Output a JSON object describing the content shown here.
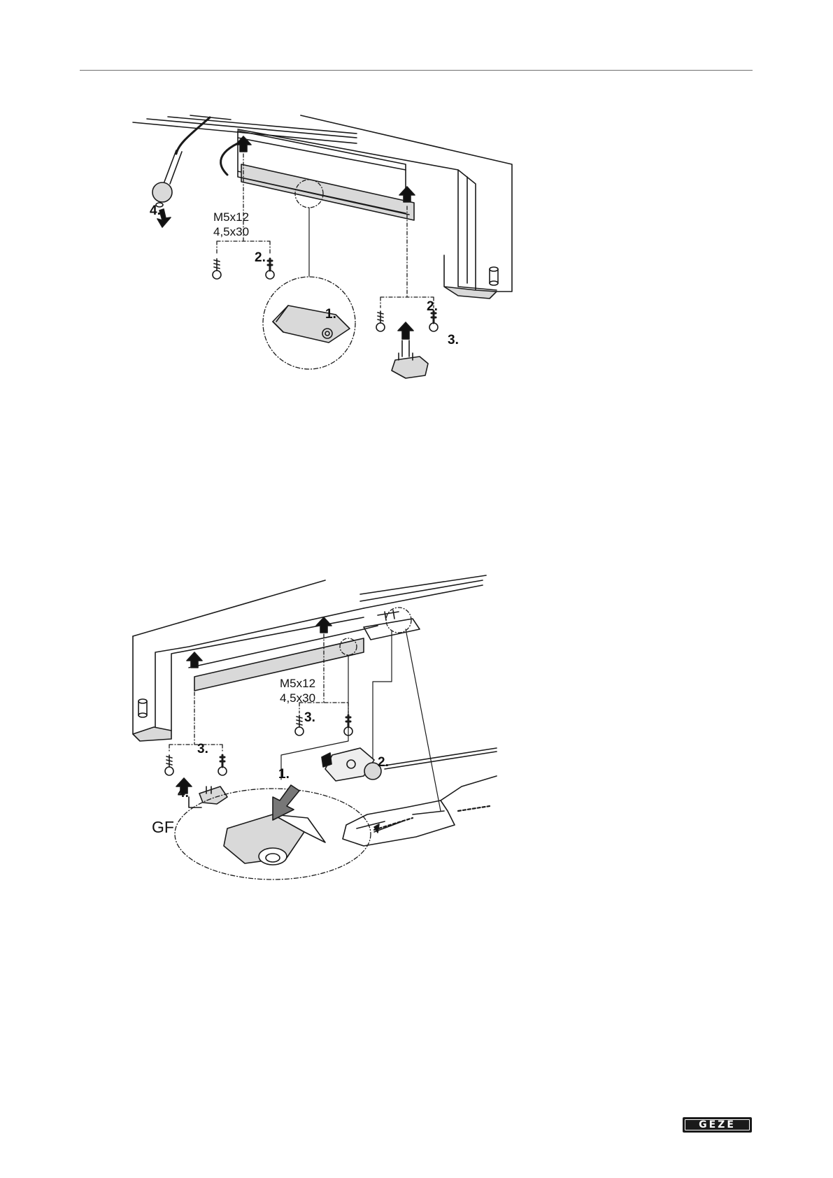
{
  "figure_top": {
    "screw_spec": "M5x12\n4,5x30",
    "steps": [
      "4.",
      "2.",
      "2.",
      "1.",
      "3."
    ]
  },
  "figure_bottom": {
    "screw_spec": "M5x12\n4,5x30",
    "steps": [
      "3.",
      "3.",
      "4.",
      "1.",
      "2."
    ],
    "variant": "GF"
  },
  "logo": {
    "text": "GEZE"
  },
  "colors": {
    "line": "#1a1a1a",
    "fill": "#d9d9d9",
    "dark": "#111111"
  }
}
